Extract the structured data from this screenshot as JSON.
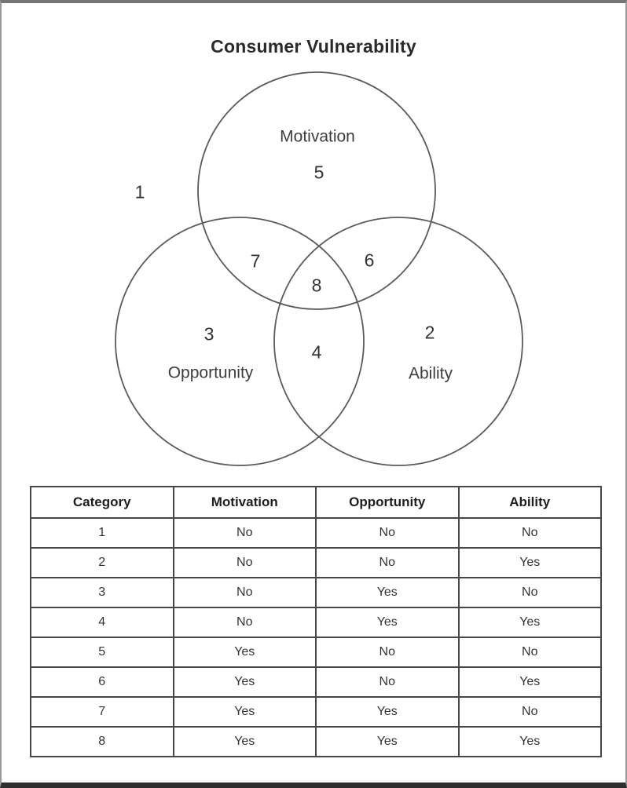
{
  "title": "Consumer Vulnerability",
  "venn": {
    "sets": [
      {
        "label": "Motivation"
      },
      {
        "label": "Opportunity"
      },
      {
        "label": "Ability"
      }
    ],
    "regions": {
      "none": "1",
      "ability_only": "2",
      "opportunity_only": "3",
      "opportunity_ability": "4",
      "motivation_only": "5",
      "motivation_ability": "6",
      "motivation_opportunity": "7",
      "all_three": "8"
    }
  },
  "table": {
    "headers": [
      "Category",
      "Motivation",
      "Opportunity",
      "Ability"
    ],
    "rows": [
      [
        "1",
        "No",
        "No",
        "No"
      ],
      [
        "2",
        "No",
        "No",
        "Yes"
      ],
      [
        "3",
        "No",
        "Yes",
        "No"
      ],
      [
        "4",
        "No",
        "Yes",
        "Yes"
      ],
      [
        "5",
        "Yes",
        "No",
        "No"
      ],
      [
        "6",
        "Yes",
        "No",
        "Yes"
      ],
      [
        "7",
        "Yes",
        "Yes",
        "No"
      ],
      [
        "8",
        "Yes",
        "Yes",
        "Yes"
      ]
    ]
  },
  "colors": {
    "circle_stroke": "#5a5a5a",
    "table_border": "#474747",
    "text": "#333333"
  }
}
